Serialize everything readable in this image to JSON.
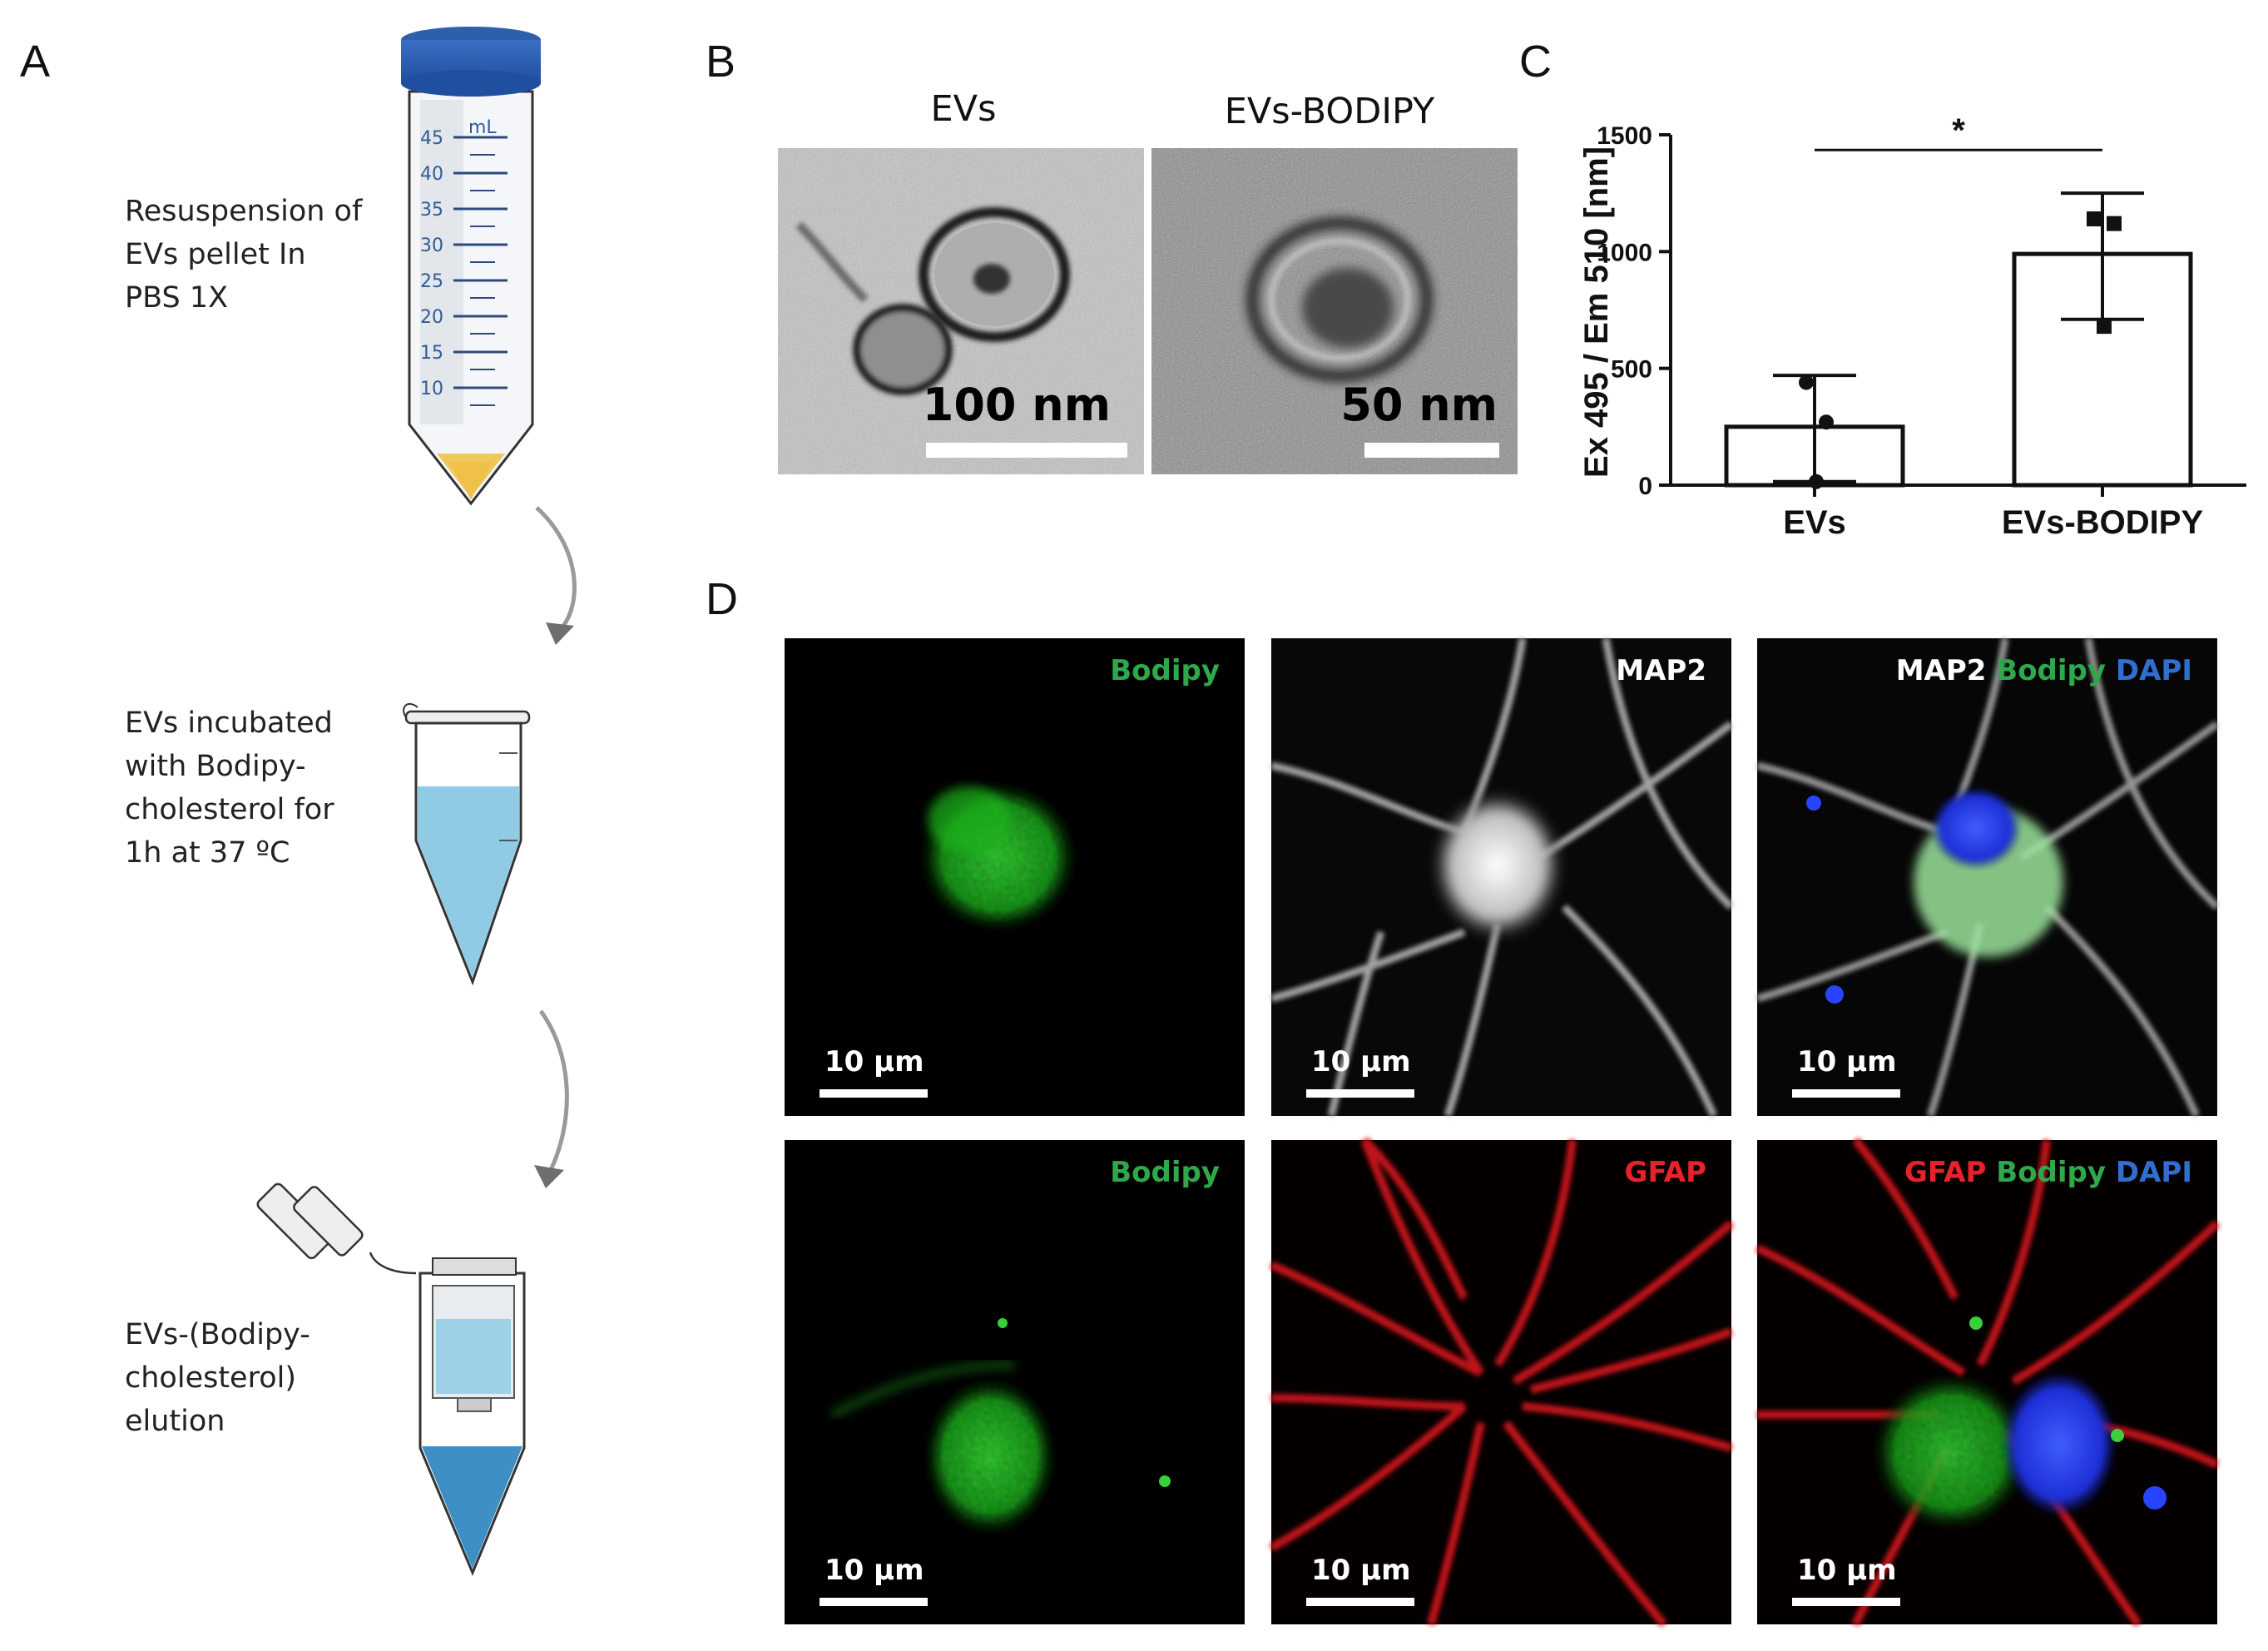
{
  "panel_labels": {
    "a": "A",
    "b": "B",
    "c": "C",
    "d": "D"
  },
  "panel_a": {
    "step1": [
      "Resuspension of",
      "EVs pellet In",
      "PBS 1X"
    ],
    "step2": [
      "EVs incubated",
      "with Bodipy-",
      "cholesterol for",
      "1h at 37 ºC"
    ],
    "step3": [
      "EVs-(Bodipy-",
      "cholesterol)",
      "elution"
    ],
    "tube_unit": "mL",
    "tube_marks": [
      "45",
      "40",
      "35",
      "30",
      "25",
      "20",
      "15",
      "10"
    ]
  },
  "panel_b": {
    "images": [
      {
        "title": "EVs",
        "scale": "100 nm"
      },
      {
        "title": "EVs-BODIPY",
        "scale": "50 nm"
      }
    ]
  },
  "chart_data": {
    "type": "bar",
    "categories": [
      "EVs",
      "EVs-BODIPY"
    ],
    "values": [
      250,
      990
    ],
    "error_high": [
      470,
      1250
    ],
    "error_low": [
      15,
      710
    ],
    "points": [
      [
        440,
        270,
        15
      ],
      [
        1140,
        1120,
        680
      ]
    ],
    "ylabel": "Ex 495 / Em 510 [nm]",
    "yticks": [
      "0",
      "500",
      "1000",
      "1500"
    ],
    "ylim": [
      0,
      1500
    ],
    "significance": "*"
  },
  "panel_d": {
    "row1": [
      {
        "labels": [
          {
            "text": "Bodipy",
            "color": "#2ea84b"
          }
        ],
        "scale": "10 µm"
      },
      {
        "labels": [
          {
            "text": "MAP2",
            "color": "#ffffff"
          }
        ],
        "scale": "10 µm"
      },
      {
        "labels": [
          {
            "text": "MAP2",
            "color": "#ffffff"
          },
          {
            "text": "Bodipy",
            "color": "#2ea84b"
          },
          {
            "text": "DAPI",
            "color": "#2f6fd1"
          }
        ],
        "scale": "10 µm"
      }
    ],
    "row2": [
      {
        "labels": [
          {
            "text": "Bodipy",
            "color": "#2ea84b"
          }
        ],
        "scale": "10 µm"
      },
      {
        "labels": [
          {
            "text": "GFAP",
            "color": "#e8222a"
          }
        ],
        "scale": "10 µm"
      },
      {
        "labels": [
          {
            "text": "GFAP",
            "color": "#e8222a"
          },
          {
            "text": "Bodipy",
            "color": "#2ea84b"
          },
          {
            "text": "DAPI",
            "color": "#2f6fd1"
          }
        ],
        "scale": "10 µm"
      }
    ]
  }
}
